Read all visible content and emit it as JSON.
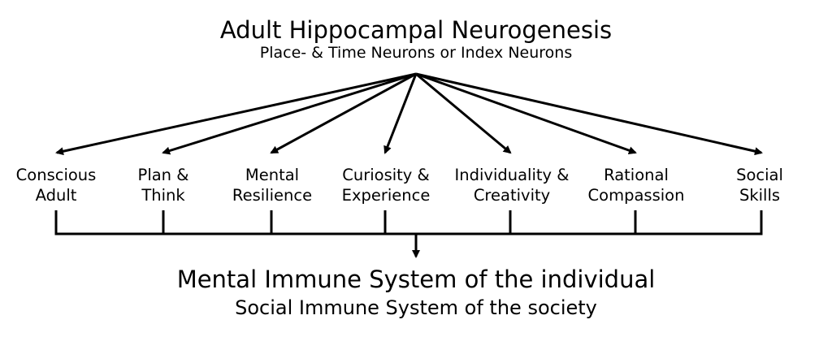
{
  "header": {
    "title": "Adult Hippocampal Neurogenesis",
    "subtitle": "Place- & Time Neurons or Index Neurons"
  },
  "nodes": [
    {
      "line1": "Conscious",
      "line2": "Adult"
    },
    {
      "line1": "Plan &",
      "line2": "Think"
    },
    {
      "line1": "Mental",
      "line2": "Resilience"
    },
    {
      "line1": "Curiosity &",
      "line2": "Experience"
    },
    {
      "line1": "Individuality &",
      "line2": "Creativity"
    },
    {
      "line1": "Rational",
      "line2": "Compassion"
    },
    {
      "line1": "Social",
      "line2": "Skills"
    }
  ],
  "footer": {
    "line1": "Mental Immune System of the individual",
    "line2": "Social Immune System of the society"
  },
  "colors": {
    "stroke": "#000000",
    "background": "#ffffff"
  }
}
